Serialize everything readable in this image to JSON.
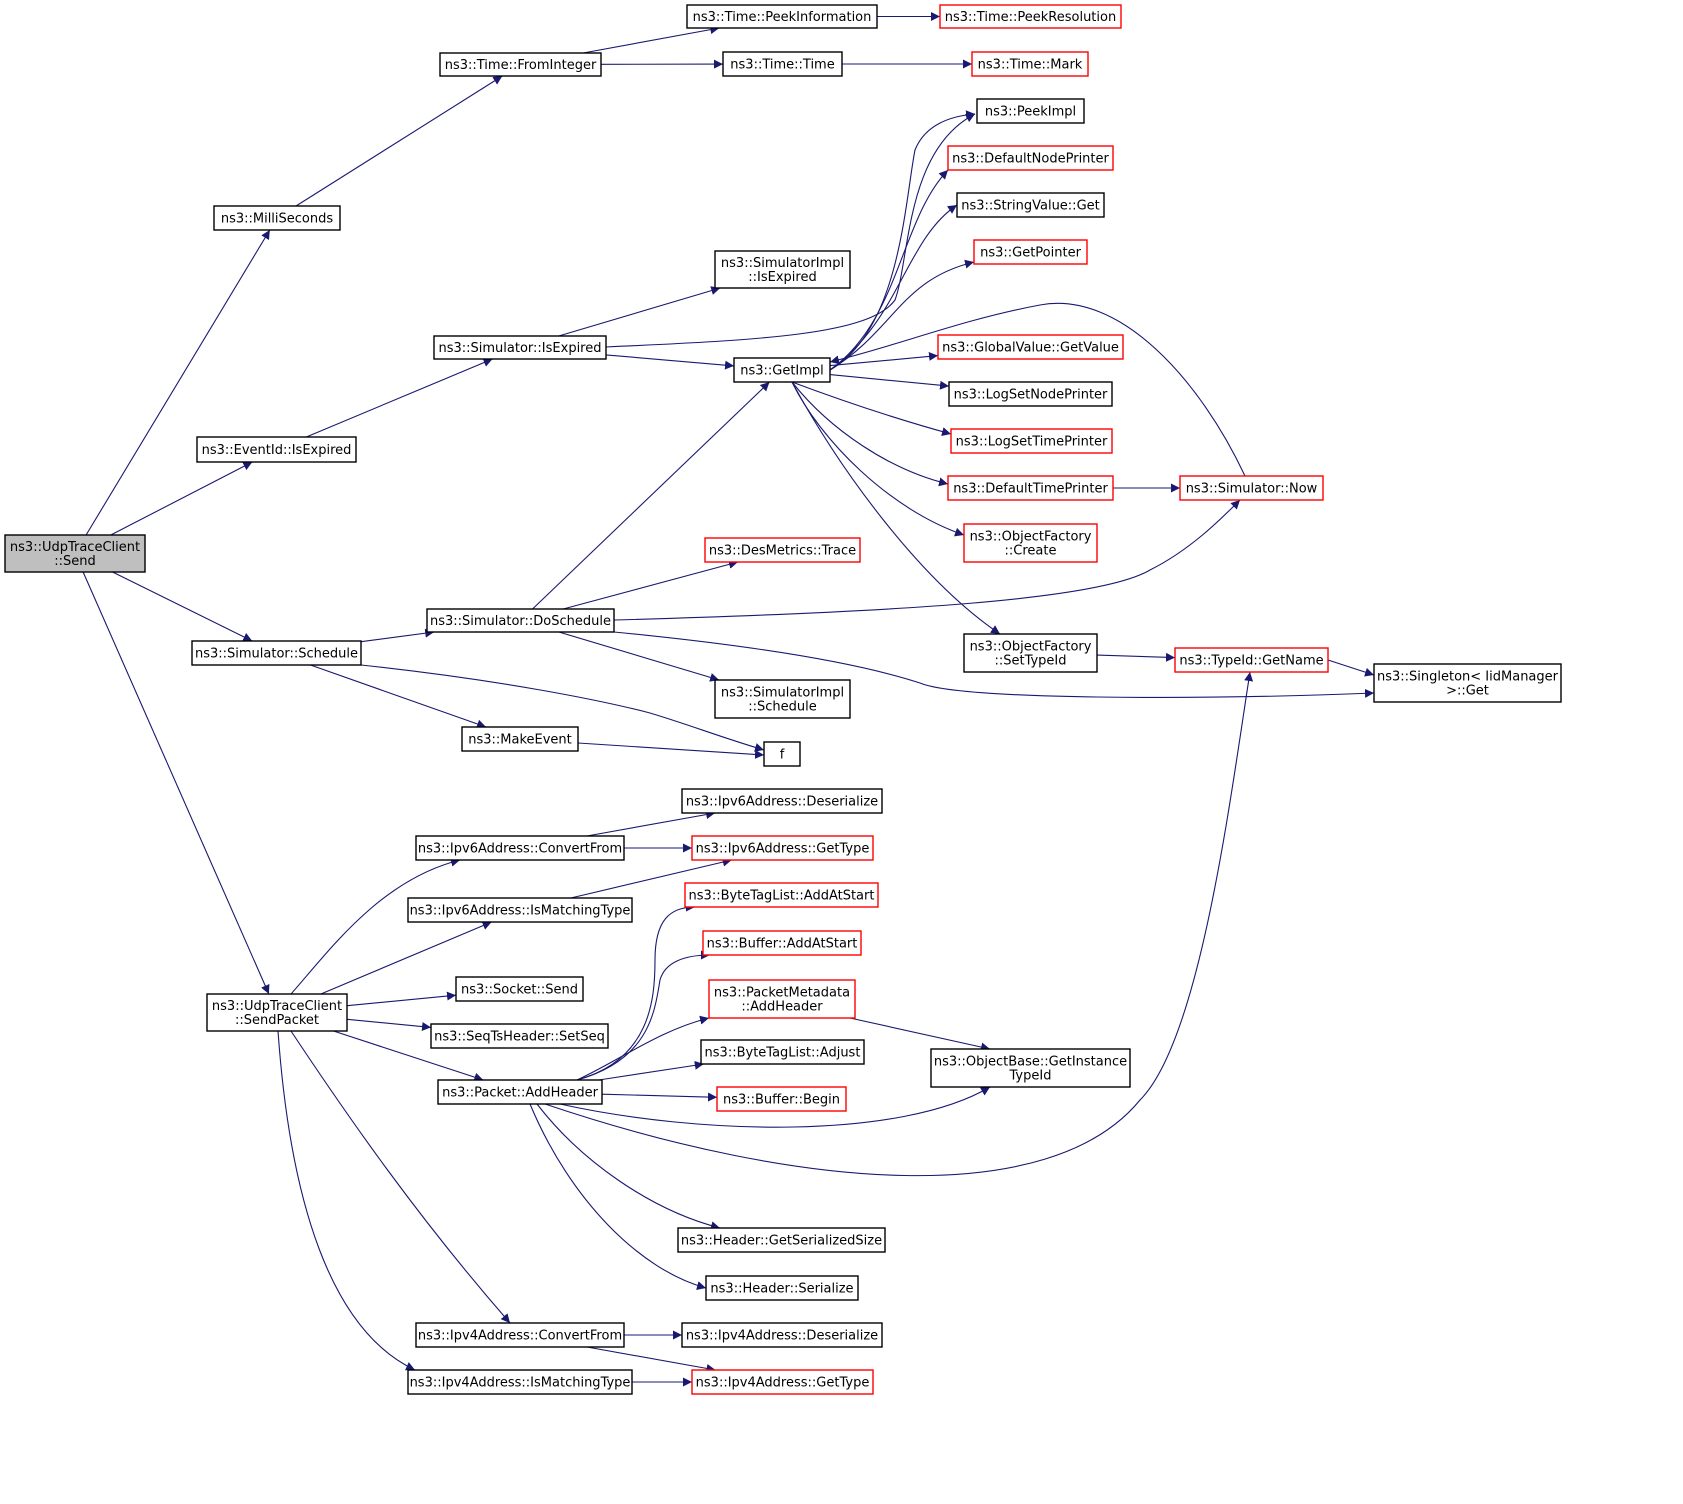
{
  "colors": {
    "edge": "#191970",
    "arrowhead": "#191970",
    "node_border_documented": "#000000",
    "node_border_truncated": "#ff0000",
    "root_fill": "#bfbfbf",
    "node_fill": "#ffffff"
  },
  "nodes": [
    {
      "id": "send",
      "lines": [
        "ns3::UdpTraceClient",
        "::Send"
      ],
      "style": "root"
    },
    {
      "id": "milliseconds",
      "lines": [
        "ns3::MilliSeconds"
      ],
      "style": "normal"
    },
    {
      "id": "time_fromint",
      "lines": [
        "ns3::Time::FromInteger"
      ],
      "style": "normal"
    },
    {
      "id": "time_peekinfo",
      "lines": [
        "ns3::Time::PeekInformation"
      ],
      "style": "normal"
    },
    {
      "id": "time_peekres",
      "lines": [
        "ns3::Time::PeekResolution"
      ],
      "style": "red"
    },
    {
      "id": "time_time",
      "lines": [
        "ns3::Time::Time"
      ],
      "style": "normal"
    },
    {
      "id": "time_mark",
      "lines": [
        "ns3::Time::Mark"
      ],
      "style": "red"
    },
    {
      "id": "eventid_isexp",
      "lines": [
        "ns3::EventId::IsExpired"
      ],
      "style": "normal"
    },
    {
      "id": "sim_isexp",
      "lines": [
        "ns3::Simulator::IsExpired"
      ],
      "style": "normal"
    },
    {
      "id": "simimpl_isexp",
      "lines": [
        "ns3::SimulatorImpl",
        "::IsExpired"
      ],
      "style": "normal"
    },
    {
      "id": "getimpl",
      "lines": [
        "ns3::GetImpl"
      ],
      "style": "normal"
    },
    {
      "id": "peekimpl",
      "lines": [
        "ns3::PeekImpl"
      ],
      "style": "normal"
    },
    {
      "id": "defnodeprinter",
      "lines": [
        "ns3::DefaultNodePrinter"
      ],
      "style": "red"
    },
    {
      "id": "stringvalue_get",
      "lines": [
        "ns3::StringValue::Get"
      ],
      "style": "normal"
    },
    {
      "id": "getpointer",
      "lines": [
        "ns3::GetPointer"
      ],
      "style": "red"
    },
    {
      "id": "globalvalue_get",
      "lines": [
        "ns3::GlobalValue::GetValue"
      ],
      "style": "red"
    },
    {
      "id": "logsetnodeprinter",
      "lines": [
        "ns3::LogSetNodePrinter"
      ],
      "style": "normal"
    },
    {
      "id": "logsettimeprinter",
      "lines": [
        "ns3::LogSetTimePrinter"
      ],
      "style": "red"
    },
    {
      "id": "deftimeprinter",
      "lines": [
        "ns3::DefaultTimePrinter"
      ],
      "style": "red"
    },
    {
      "id": "sim_now",
      "lines": [
        "ns3::Simulator::Now"
      ],
      "style": "red"
    },
    {
      "id": "objfactory_create",
      "lines": [
        "ns3::ObjectFactory",
        "::Create"
      ],
      "style": "red"
    },
    {
      "id": "desmetrics_trace",
      "lines": [
        "ns3::DesMetrics::Trace"
      ],
      "style": "red"
    },
    {
      "id": "sim_doschedule",
      "lines": [
        "ns3::Simulator::DoSchedule"
      ],
      "style": "normal"
    },
    {
      "id": "objfactory_settypeid",
      "lines": [
        "ns3::ObjectFactory",
        "::SetTypeId"
      ],
      "style": "normal"
    },
    {
      "id": "typeid_getname",
      "lines": [
        "ns3::TypeId::GetName"
      ],
      "style": "red"
    },
    {
      "id": "singleton_get",
      "lines": [
        "ns3::Singleton< IidManager",
        ">::Get"
      ],
      "style": "normal"
    },
    {
      "id": "sim_schedule",
      "lines": [
        "ns3::Simulator::Schedule"
      ],
      "style": "normal"
    },
    {
      "id": "simimpl_schedule",
      "lines": [
        "ns3::SimulatorImpl",
        "::Schedule"
      ],
      "style": "normal"
    },
    {
      "id": "makeevent",
      "lines": [
        "ns3::MakeEvent"
      ],
      "style": "normal"
    },
    {
      "id": "f",
      "lines": [
        "f"
      ],
      "style": "normal"
    },
    {
      "id": "ipv6_deser",
      "lines": [
        "ns3::Ipv6Address::Deserialize"
      ],
      "style": "normal"
    },
    {
      "id": "ipv6_convert",
      "lines": [
        "ns3::Ipv6Address::ConvertFrom"
      ],
      "style": "normal"
    },
    {
      "id": "ipv6_gettype",
      "lines": [
        "ns3::Ipv6Address::GetType"
      ],
      "style": "red"
    },
    {
      "id": "ipv6_ismatch",
      "lines": [
        "ns3::Ipv6Address::IsMatchingType"
      ],
      "style": "normal"
    },
    {
      "id": "bytetaglist_addatstart",
      "lines": [
        "ns3::ByteTagList::AddAtStart"
      ],
      "style": "red"
    },
    {
      "id": "buffer_addatstart",
      "lines": [
        "ns3::Buffer::AddAtStart"
      ],
      "style": "red"
    },
    {
      "id": "sendpacket",
      "lines": [
        "ns3::UdpTraceClient",
        "::SendPacket"
      ],
      "style": "normal"
    },
    {
      "id": "socket_send",
      "lines": [
        "ns3::Socket::Send"
      ],
      "style": "normal"
    },
    {
      "id": "pktmeta_addheader",
      "lines": [
        "ns3::PacketMetadata",
        "::AddHeader"
      ],
      "style": "red"
    },
    {
      "id": "seqts_setseq",
      "lines": [
        "ns3::SeqTsHeader::SetSeq"
      ],
      "style": "normal"
    },
    {
      "id": "bytetaglist_adjust",
      "lines": [
        "ns3::ByteTagList::Adjust"
      ],
      "style": "normal"
    },
    {
      "id": "objbase_getinst",
      "lines": [
        "ns3::ObjectBase::GetInstance",
        "TypeId"
      ],
      "style": "normal"
    },
    {
      "id": "packet_addheader",
      "lines": [
        "ns3::Packet::AddHeader"
      ],
      "style": "normal"
    },
    {
      "id": "buffer_begin",
      "lines": [
        "ns3::Buffer::Begin"
      ],
      "style": "red"
    },
    {
      "id": "header_getsersize",
      "lines": [
        "ns3::Header::GetSerializedSize"
      ],
      "style": "normal"
    },
    {
      "id": "header_serialize",
      "lines": [
        "ns3::Header::Serialize"
      ],
      "style": "normal"
    },
    {
      "id": "ipv4_convert",
      "lines": [
        "ns3::Ipv4Address::ConvertFrom"
      ],
      "style": "normal"
    },
    {
      "id": "ipv4_deser",
      "lines": [
        "ns3::Ipv4Address::Deserialize"
      ],
      "style": "normal"
    },
    {
      "id": "ipv4_ismatch",
      "lines": [
        "ns3::Ipv4Address::IsMatchingType"
      ],
      "style": "normal"
    },
    {
      "id": "ipv4_gettype",
      "lines": [
        "ns3::Ipv4Address::GetType"
      ],
      "style": "red"
    }
  ],
  "edges": [
    [
      "send",
      "milliseconds"
    ],
    [
      "send",
      "eventid_isexp"
    ],
    [
      "send",
      "sim_schedule"
    ],
    [
      "send",
      "sendpacket"
    ],
    [
      "milliseconds",
      "time_fromint"
    ],
    [
      "time_fromint",
      "time_peekinfo"
    ],
    [
      "time_fromint",
      "time_time"
    ],
    [
      "time_peekinfo",
      "time_peekres"
    ],
    [
      "time_time",
      "time_mark"
    ],
    [
      "eventid_isexp",
      "sim_isexp"
    ],
    [
      "sim_isexp",
      "simimpl_isexp"
    ],
    [
      "sim_isexp",
      "peekimpl"
    ],
    [
      "sim_isexp",
      "getimpl"
    ],
    [
      "getimpl",
      "peekimpl"
    ],
    [
      "getimpl",
      "defnodeprinter"
    ],
    [
      "getimpl",
      "stringvalue_get"
    ],
    [
      "getimpl",
      "getpointer"
    ],
    [
      "getimpl",
      "globalvalue_get"
    ],
    [
      "getimpl",
      "logsetnodeprinter"
    ],
    [
      "getimpl",
      "logsettimeprinter"
    ],
    [
      "getimpl",
      "deftimeprinter"
    ],
    [
      "getimpl",
      "objfactory_create"
    ],
    [
      "getimpl",
      "objfactory_settypeid"
    ],
    [
      "deftimeprinter",
      "sim_now"
    ],
    [
      "sim_now",
      "getimpl"
    ],
    [
      "objfactory_settypeid",
      "typeid_getname"
    ],
    [
      "typeid_getname",
      "singleton_get"
    ],
    [
      "sim_schedule",
      "sim_doschedule"
    ],
    [
      "sim_schedule",
      "makeevent"
    ],
    [
      "sim_schedule",
      "f"
    ],
    [
      "sim_doschedule",
      "getimpl"
    ],
    [
      "sim_doschedule",
      "desmetrics_trace"
    ],
    [
      "sim_doschedule",
      "sim_now"
    ],
    [
      "sim_doschedule",
      "singleton_get"
    ],
    [
      "sim_doschedule",
      "simimpl_schedule"
    ],
    [
      "makeevent",
      "f"
    ],
    [
      "sendpacket",
      "ipv6_convert"
    ],
    [
      "sendpacket",
      "ipv6_ismatch"
    ],
    [
      "sendpacket",
      "socket_send"
    ],
    [
      "sendpacket",
      "seqts_setseq"
    ],
    [
      "sendpacket",
      "packet_addheader"
    ],
    [
      "sendpacket",
      "ipv4_convert"
    ],
    [
      "sendpacket",
      "ipv4_ismatch"
    ],
    [
      "ipv6_convert",
      "ipv6_deser"
    ],
    [
      "ipv6_convert",
      "ipv6_gettype"
    ],
    [
      "ipv6_ismatch",
      "ipv6_gettype"
    ],
    [
      "packet_addheader",
      "bytetaglist_addatstart"
    ],
    [
      "packet_addheader",
      "buffer_addatstart"
    ],
    [
      "packet_addheader",
      "pktmeta_addheader"
    ],
    [
      "packet_addheader",
      "bytetaglist_adjust"
    ],
    [
      "packet_addheader",
      "buffer_begin"
    ],
    [
      "packet_addheader",
      "objbase_getinst"
    ],
    [
      "packet_addheader",
      "typeid_getname"
    ],
    [
      "packet_addheader",
      "header_getsersize"
    ],
    [
      "packet_addheader",
      "header_serialize"
    ],
    [
      "pktmeta_addheader",
      "objbase_getinst"
    ],
    [
      "ipv4_convert",
      "ipv4_deser"
    ],
    [
      "ipv4_convert",
      "ipv4_gettype"
    ],
    [
      "ipv4_ismatch",
      "ipv4_gettype"
    ]
  ]
}
